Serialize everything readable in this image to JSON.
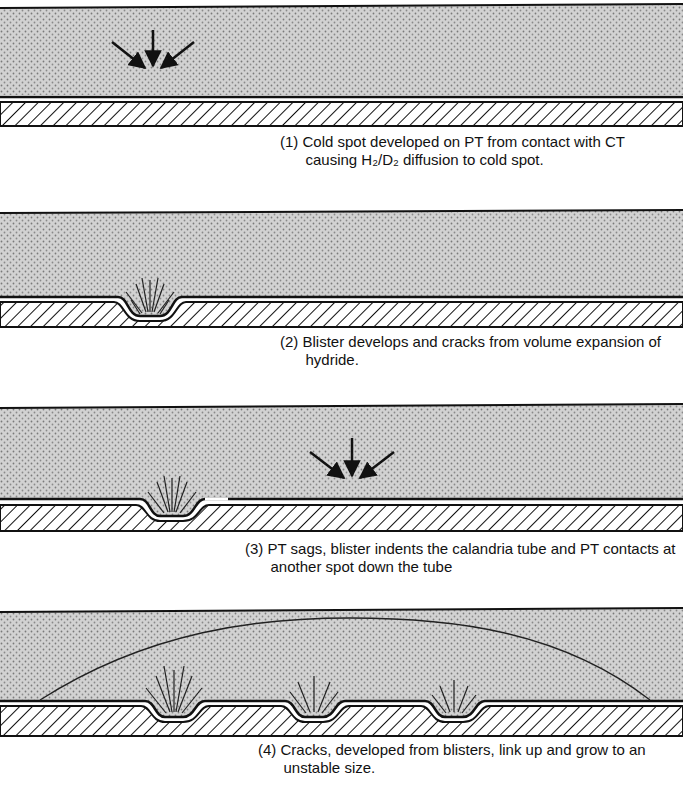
{
  "diagram": {
    "labels": [
      "(1) Cold spot developed on PT from contact with CT causing H₂/D₂ diffusion to cold spot.",
      "(2) Blister develops and cracks from volume expansion of hydride.",
      "(3) PT sags, blister indents the calandria tube and PT contacts at another spot down the tube",
      "(4) Cracks, developed from blisters, link up and grow to an unstable size."
    ]
  }
}
